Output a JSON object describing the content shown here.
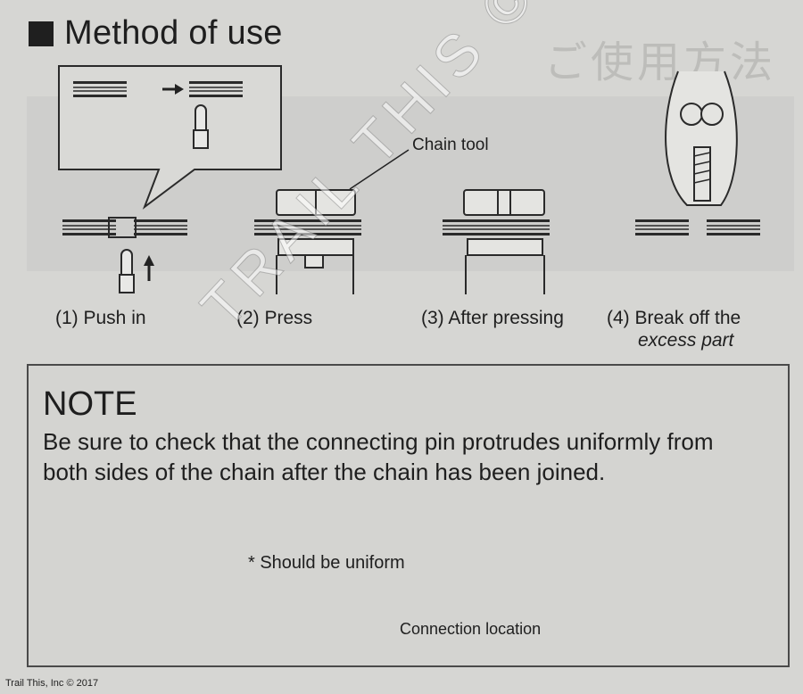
{
  "header": {
    "title": "Method of use"
  },
  "steps": [
    {
      "label": "(1) Push in"
    },
    {
      "label": "(2) Press"
    },
    {
      "label": "(3) After pressing"
    },
    {
      "label": "(4) Break off the",
      "label2": "excess part"
    }
  ],
  "callouts": {
    "chain_tool": "Chain tool"
  },
  "note": {
    "title": "NOTE",
    "body": "Be sure to check that the connecting pin protrudes uniformly from both sides of the chain after the chain has been joined.",
    "uniform": "* Should be uniform",
    "connection": "Connection location"
  },
  "watermark": "TRAIL THIS ©",
  "footer": "Trail This, Inc © 2017"
}
